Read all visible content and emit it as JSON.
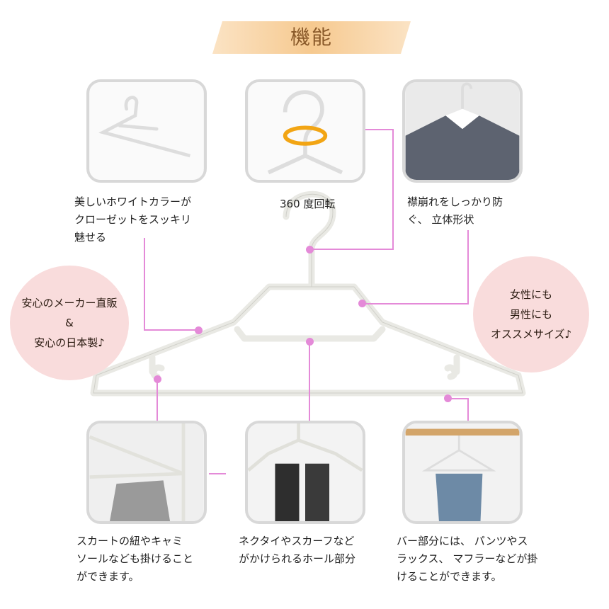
{
  "title": "機能",
  "colors": {
    "accent_line": "#e48ad8",
    "circle_bg": "#f9dcdc",
    "title_text": "#8a5a2a",
    "banner": "#f8cf9c"
  },
  "features_top": [
    {
      "lines": [
        "美しいホワイトカラーが",
        "クローゼットをスッキリ",
        "魅せる"
      ]
    },
    {
      "lines": [
        "360 度回転"
      ]
    },
    {
      "lines": [
        "襟崩れをしっかり防",
        "ぐ、 立体形状"
      ]
    }
  ],
  "features_bottom": [
    {
      "lines": [
        "スカートの紐やキャミ",
        "ソールなども掛けること",
        "ができます。"
      ]
    },
    {
      "lines": [
        "ネクタイやスカーフなど",
        "がかけられるホール部分"
      ]
    },
    {
      "lines": [
        "バー部分には、 パンツやス",
        "ラックス、 マフラーなどが掛",
        "けることができます。"
      ]
    }
  ],
  "badges": {
    "left": [
      "安心のメーカー直販",
      "&",
      "安心の日本製♪"
    ],
    "right": [
      "女性にも",
      "男性にも",
      "オススメサイズ♪"
    ]
  }
}
